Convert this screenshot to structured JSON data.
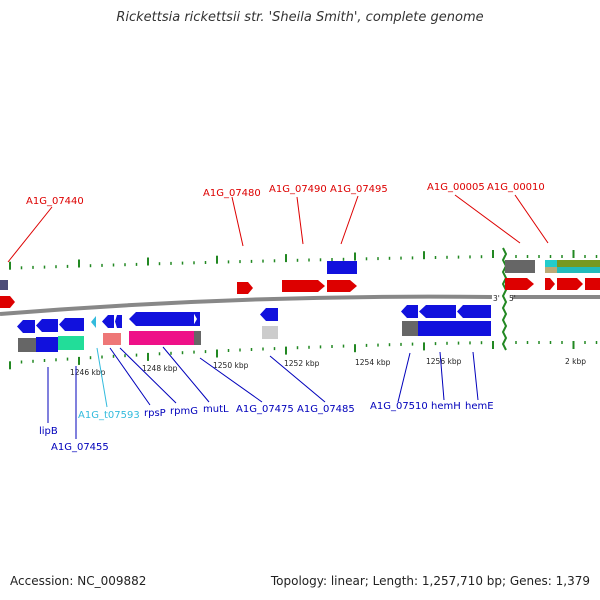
{
  "title": "Rickettsia rickettsii str. 'Sheila Smith', complete genome",
  "footer": {
    "accession": "Accession: NC_009882",
    "summary": "Topology: linear; Length: 1,257,710 bp; Genes: 1,379"
  },
  "colors": {
    "forward_label": "#dd0000",
    "reverse_label": "#0000bb",
    "rna_label": "#33bbdd",
    "backbone": "#888888",
    "tick": "#228822"
  },
  "scale_labels": [
    "1246 kbp",
    "1248 kbp",
    "1250 kbp",
    "1252 kbp",
    "1254 kbp",
    "1256 kbp",
    "2 kbp"
  ],
  "end_markers": {
    "three_prime": "3'",
    "five_prime": "5'"
  },
  "top_labels": [
    "A1G_07440",
    "A1G_07480",
    "A1G_07490",
    "A1G_07495",
    "A1G_00005",
    "A1G_00010"
  ],
  "bottom_labels": [
    "lipB",
    "A1G_07455",
    "A1G_t07593",
    "rpsP",
    "rpmG",
    "mutL",
    "A1G_07475",
    "A1G_07485",
    "A1G_07510",
    "hemH",
    "hemE"
  ]
}
